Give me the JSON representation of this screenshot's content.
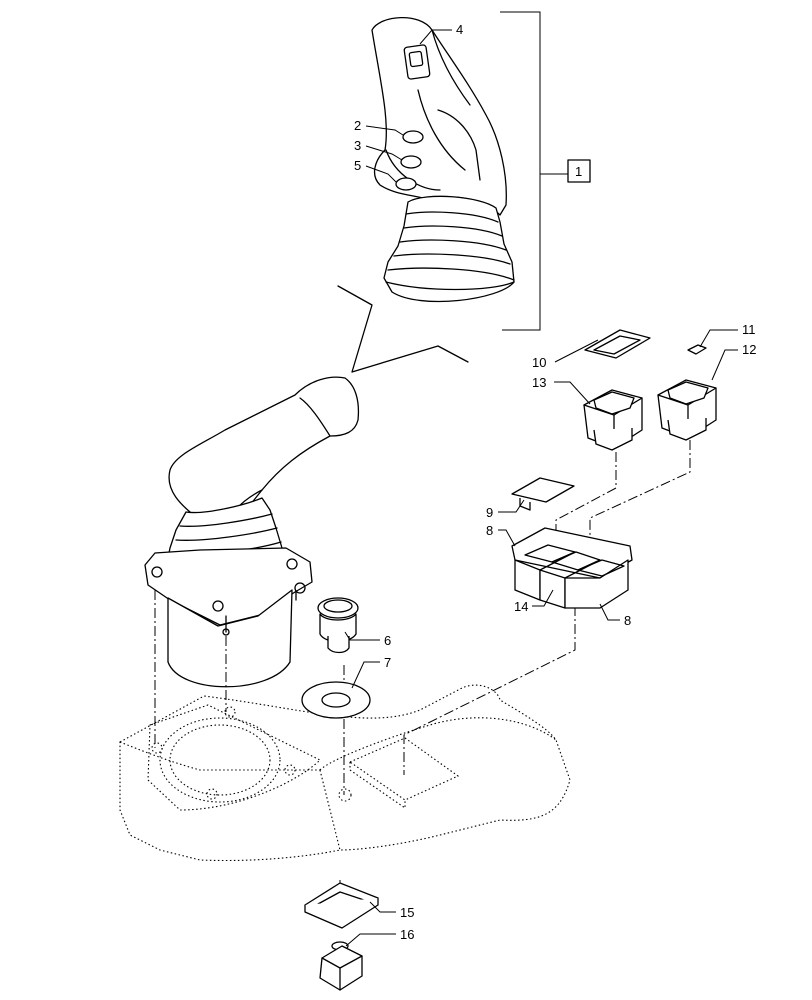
{
  "callouts": [
    {
      "id": "c1",
      "text": "1"
    },
    {
      "id": "c2",
      "text": "2"
    },
    {
      "id": "c3",
      "text": "3"
    },
    {
      "id": "c4",
      "text": "4"
    },
    {
      "id": "c5",
      "text": "5"
    },
    {
      "id": "c6",
      "text": "6"
    },
    {
      "id": "c7",
      "text": "7"
    },
    {
      "id": "c8a",
      "text": "8"
    },
    {
      "id": "c8b",
      "text": "8"
    },
    {
      "id": "c9",
      "text": "9"
    },
    {
      "id": "c10",
      "text": "10"
    },
    {
      "id": "c11",
      "text": "11"
    },
    {
      "id": "c12",
      "text": "12"
    },
    {
      "id": "c13",
      "text": "13"
    },
    {
      "id": "c14",
      "text": "14"
    },
    {
      "id": "c15",
      "text": "15"
    },
    {
      "id": "c16",
      "text": "16"
    }
  ]
}
